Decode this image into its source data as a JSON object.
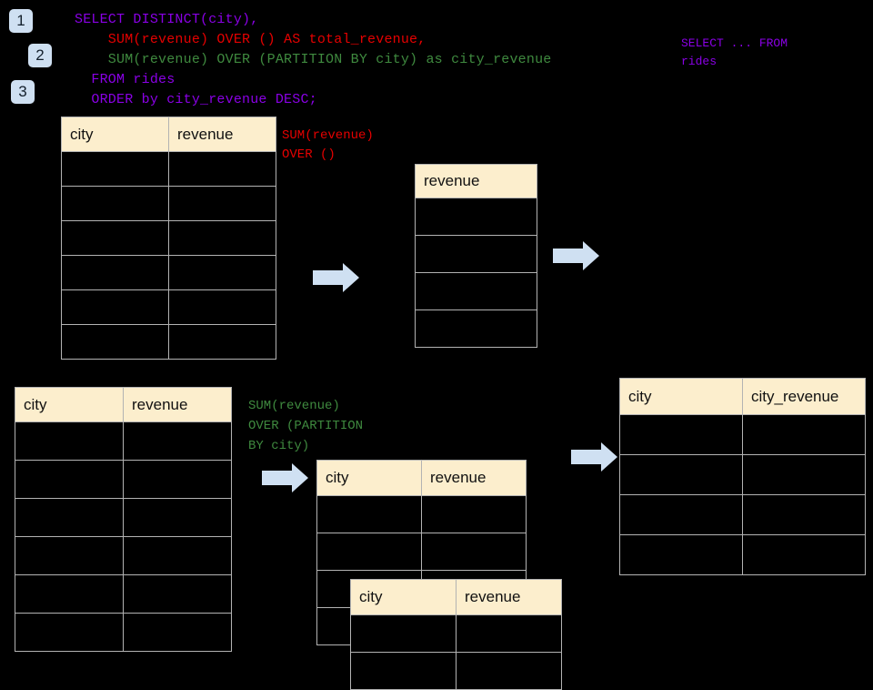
{
  "page": {
    "background": "#000000",
    "accent_blue": "#cfe0f2",
    "header_fill": "#fceecd",
    "grid_line": "#b3b3b3"
  },
  "steps": [
    {
      "id": "step-1",
      "label": "1"
    },
    {
      "id": "step-2",
      "label": "2"
    },
    {
      "id": "step-3",
      "label": "3"
    }
  ],
  "sql": {
    "line1": "SELECT DISTINCT(city),",
    "line2": "    SUM(revenue) OVER () AS total_revenue,",
    "line3": "    SUM(revenue) OVER (PARTITION BY city) as city_revenue",
    "line4": "  FROM rides",
    "line5": "  ORDER by city_revenue DESC;",
    "colors": {
      "line1": "#8a00e6",
      "line2": "#e60000",
      "line3": "#3f8a3f",
      "line4": "#8a00e6",
      "line5": "#8a00e6"
    }
  },
  "annotations": {
    "select_from": {
      "line1": "SELECT ... FROM",
      "line2": "rides",
      "color": "#8a00e6"
    },
    "sum_over_empty": {
      "line1": "SUM(revenue)",
      "line2": "OVER ()",
      "color": "#e60000"
    },
    "sum_over_partition": {
      "line1": "SUM(revenue)",
      "line2": "OVER (PARTITION",
      "line3": "BY city)",
      "color": "#3f8a3f"
    }
  },
  "tables": {
    "source_rides": {
      "name": "source-rides-table",
      "headers": [
        "city",
        "revenue"
      ],
      "row_count": 6,
      "rows": [
        [
          "",
          ""
        ],
        [
          "",
          ""
        ],
        [
          "",
          ""
        ],
        [
          "",
          ""
        ],
        [
          "",
          ""
        ],
        [
          "",
          ""
        ]
      ]
    },
    "total_revenue": {
      "name": "total-revenue-table",
      "headers": [
        "revenue"
      ],
      "row_count": 4,
      "rows": [
        [
          ""
        ],
        [
          ""
        ],
        [
          ""
        ],
        [
          ""
        ]
      ]
    },
    "partition_source": {
      "name": "partition-source-table",
      "headers": [
        "city",
        "revenue"
      ],
      "row_count": 6,
      "rows": [
        [
          "",
          ""
        ],
        [
          "",
          ""
        ],
        [
          "",
          ""
        ],
        [
          "",
          ""
        ],
        [
          "",
          ""
        ],
        [
          "",
          ""
        ]
      ]
    },
    "partition_group_a": {
      "name": "partition-group-a-table",
      "headers": [
        "city",
        "revenue"
      ],
      "row_count": 4,
      "rows": [
        [
          "",
          ""
        ],
        [
          "",
          ""
        ],
        [
          "",
          ""
        ],
        [
          "",
          ""
        ]
      ]
    },
    "partition_group_b": {
      "name": "partition-group-b-table",
      "headers": [
        "city",
        "revenue"
      ],
      "row_count": 2,
      "rows": [
        [
          "",
          ""
        ],
        [
          "",
          ""
        ]
      ]
    },
    "result": {
      "name": "result-city-revenue-table",
      "headers": [
        "city",
        "city_revenue"
      ],
      "row_count": 4,
      "rows": [
        [
          "",
          ""
        ],
        [
          "",
          ""
        ],
        [
          "",
          ""
        ],
        [
          "",
          ""
        ]
      ]
    }
  },
  "arrows": [
    {
      "id": "arrow-source-to-total",
      "direction": "right"
    },
    {
      "id": "arrow-total-to-result",
      "direction": "right"
    },
    {
      "id": "arrow-partition-source-to-groups",
      "direction": "right"
    },
    {
      "id": "arrow-groups-to-result",
      "direction": "right"
    }
  ]
}
